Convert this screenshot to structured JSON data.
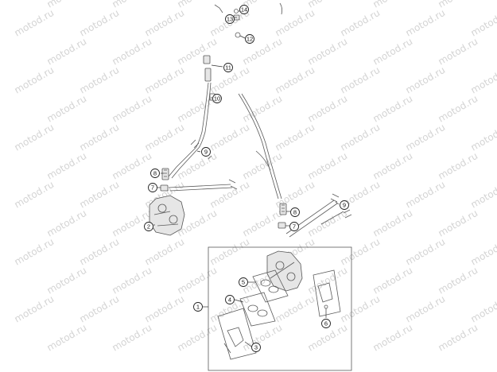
{
  "watermark": {
    "text": "motod.ru"
  },
  "callouts": [
    {
      "id": "c14",
      "label": "14"
    },
    {
      "id": "c13",
      "label": "13"
    },
    {
      "id": "c12",
      "label": "12"
    },
    {
      "id": "c11",
      "label": "11"
    },
    {
      "id": "c10",
      "label": "10"
    },
    {
      "id": "c9a",
      "label": "9"
    },
    {
      "id": "c8a",
      "label": "8"
    },
    {
      "id": "c7a",
      "label": "7"
    },
    {
      "id": "c2",
      "label": "2"
    },
    {
      "id": "c9b",
      "label": "9"
    },
    {
      "id": "c8b",
      "label": "8"
    },
    {
      "id": "c7b",
      "label": "7"
    },
    {
      "id": "c5",
      "label": "5"
    },
    {
      "id": "c4",
      "label": "4"
    },
    {
      "id": "c1",
      "label": "1"
    },
    {
      "id": "c3",
      "label": "3"
    },
    {
      "id": "c6",
      "label": "6"
    }
  ],
  "colors": {
    "line": "#333333",
    "part": "#5a5a5a",
    "watermark": "#d4d4d4",
    "background": "#ffffff"
  }
}
